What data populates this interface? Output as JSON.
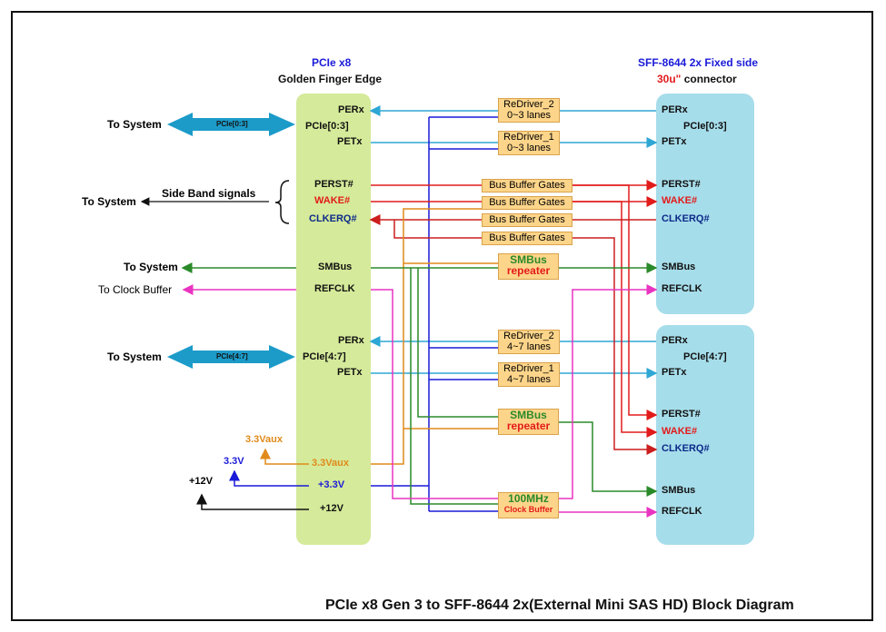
{
  "left_block": {
    "header_line1": "PCIe x8",
    "header_line2": "Golden Finger Edge",
    "perx_a": "PERx",
    "pcie_group_a": "PCIe[0:3]",
    "petx_a": "PETx",
    "perst": "PERST#",
    "wake": "WAKE#",
    "clkreq": "CLKERQ#",
    "smbus": "SMBus",
    "refclk": "REFCLK",
    "perx_b": "PERx",
    "pcie_group_b": "PCIe[4:7]",
    "petx_b": "PETx",
    "v33aux": "3.3Vaux",
    "v33": "+3.3V",
    "v12": "+12V"
  },
  "right_block": {
    "header_line1": "SFF-8644 2x Fixed side",
    "header_red": "30u\"",
    "header_rest": "connector",
    "top": {
      "perx": "PERx",
      "group": "PCIe[0:3]",
      "petx": "PETx",
      "perst": "PERST#",
      "wake": "WAKE#",
      "clkreq": "CLKERQ#",
      "smbus": "SMBus",
      "refclk": "REFCLK"
    },
    "bottom": {
      "perx": "PERx",
      "group": "PCIe[4:7]",
      "petx": "PETx",
      "perst": "PERST#",
      "wake": "WAKE#",
      "clkreq": "CLKERQ#",
      "smbus": "SMBus",
      "refclk": "REFCLK"
    }
  },
  "system": {
    "to_system_1": "To System",
    "bus_label_1": "PCIe[0:3]",
    "side_band": "Side Band signals",
    "to_system_2": "To System",
    "to_system_3": "To System",
    "to_clock_buffer": "To Clock Buffer",
    "to_system_4": "To System",
    "bus_label_2": "PCIe[4:7]"
  },
  "boxes": {
    "redriver2_a": [
      "ReDriver_2",
      "0~3 lanes"
    ],
    "redriver1_a": [
      "ReDriver_1",
      "0~3 lanes"
    ],
    "bbg": "Bus Buffer Gates",
    "smbus_rep_a": [
      "SMBus",
      "repeater"
    ],
    "redriver2_b": [
      "ReDriver_2",
      "4~7 lanes"
    ],
    "redriver1_b": [
      "ReDriver_1",
      "4~7 lanes"
    ],
    "smbus_rep_b": [
      "SMBus",
      "repeater"
    ],
    "clock": [
      "100MHz",
      "Clock Buffer"
    ]
  },
  "power": {
    "v33aux": "3.3Vaux",
    "v33": "3.3V",
    "v12": "+12V"
  },
  "footer": "PCIe x8 Gen 3 to SFF-8644 2x(External Mini SAS HD) Block Diagram",
  "colors": {
    "cyan": "#2ea7d4",
    "red": "#e21b1b",
    "blue": "#1a1ad8",
    "green": "#2a8a2a",
    "magenta": "#e934c0",
    "orange": "#e08a1a",
    "dark_red": "#cc1e1e"
  }
}
